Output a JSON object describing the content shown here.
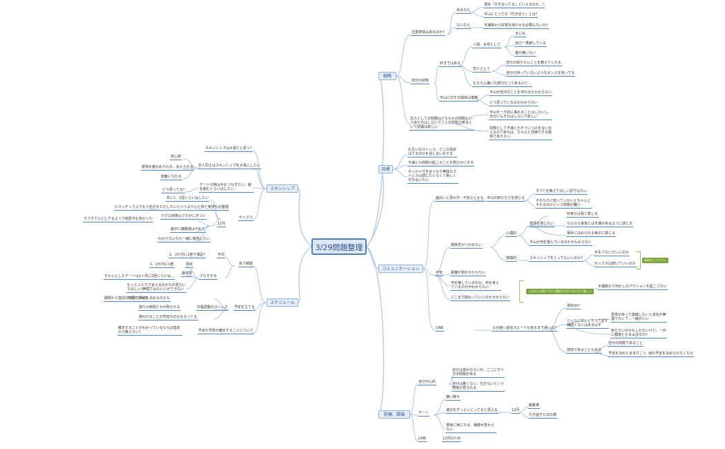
{
  "center": "3/29問題整理",
  "branches": {
    "kanbo": "戦略",
    "mokuhyo": "目標",
    "comm": "コミュニケーション",
    "schedule": "スケジュール",
    "skinship": "スキンシップ",
    "kanbo_feel": "慰撫、閾値"
  },
  "nodes": {
    "n_mondai": "恋愛感情はあるのか?",
    "n_aru": "あるなら",
    "n_aru1": "現状「付き合ってる」といえるのか…?",
    "n_aru2": "平山にとっての「付き合う」とは?",
    "n_nai": "ないなら",
    "n_nai1": "平瀬側から好意を持たせる必要もないか?",
    "n_jibun": "自分の状態",
    "n_sukino": "好きではある",
    "n_ningen": "人間、女性として",
    "n_majime": "まじめ",
    "n_jiko": "自己一貫癖している",
    "n_uso": "嘘が嫌いない",
    "n_koibito": "恋人として",
    "n_koi1": "自分の知らないことを教えてくれる",
    "n_koi2": "自分の持っていないようなセンスを持ってる",
    "n_motto": "もちろん嫌いな部分だってあるけど…",
    "n_heiyama": "平山に対する関係は複雑",
    "n_hei1": "平山が自分のことを何なのかかからない",
    "n_hei2": "どう思っているのかわからない",
    "n_kojin": "恋人としての問題はどちらかの問題という捉え方はしないで二人の問題であるという認識は欲しい",
    "n_kojin1": "平山を一方的に責めることはしないし、自分にもそれはしないで欲しい",
    "n_kojin2": "問題として不満とかそういうのを言い合えるのであれば、ちゃんと評価できる関係でありたい",
    "n_moku1": "お互いのストレス、どこの現状はてるのかを話し合いをする",
    "n_moku2": "不満とか問題が起こることを明らかにする",
    "n_moku3": "せっかく付き合うなら無駄なストレスは感じたくなくて楽しく付き合いたい",
    "n_tanoshii": "面白いと思わず、不安心とかも",
    "n_fuan": "不安",
    "n_jibun_shiranai": "平山の知らなさを感じる",
    "n_subete": "すべてを教えてほしい訳ではない",
    "n_sorenara": "それなりに知っていないとちゃんとそれるのかという問題が難い",
    "n_kankei": "関係性がつかめない",
    "n_shinri": "心理的",
    "n_aijo": "愛情を感じない",
    "n_aijo1": "好意かは強く感じる",
    "n_aijo2": "なんなら後後には不満があるように感じる",
    "n_aijo3": "相手にほめられる様子に感じる",
    "n_heiyamaga": "平山が何を望んでいるのかがわからない",
    "n_butsuri": "物理的",
    "n_skin_ii": "スキンシップをとってもいいのか?",
    "n_te": "手をつないでいいのか",
    "n_sex": "セックスは続いていいのか",
    "n_tag1": "具体化して下さい",
    "n_kyori": "距離が測れなからない",
    "n_nani": "何を嫌しているのか、何を考えているのかがわからない",
    "n_doko": "どこまで関わっていいのか分からない",
    "n_tag2": "これからも続いて行く関係でわからないので欲しい",
    "n_heiyama_act": "平瀬側から何かしのアクションを起こさない",
    "n_line": "LINE",
    "n_line_q": "なぜ遅い返信スピードかあるまで遅いの?",
    "n_genjo": "現状20?",
    "n_dokonami": "どんなに忙しくたって返す時間くらいはあるはず",
    "n_aijo_sae": "愛情があって連絡しないと返信が無理でなくて…一緒がいい",
    "n_hikaku": "知らないのかもしれないけど、一日に都度とかまぁ話すの?",
    "n_kanjo": "感情であることもある",
    "n_jibun_mondai": "自分の問題であること",
    "n_yotei": "予定を決めたまま行こう",
    "n_yotei2": "他の予定を決められなくなる",
    "n_skin_q": "スキンシップは大事だと思う?",
    "n_koibito2": "恋人同士はスキンシップを大事にしたい",
    "n_anshin": "安心感",
    "n_aijo_k": "愛情を確かめられる、伝えられる",
    "n_kouyo": "興奮になれる",
    "n_date": "デートの時は手をつなぎたい、腕を組むくらいはしたい",
    "n_dou": "どう思ってる?",
    "n_tsuki": "月に1、2回くらいはしたい",
    "n_tada": "ただしたいというより心と体と気持ちの整理",
    "n_sex_label": "セックス",
    "n_kai": "12月",
    "n_roman": "ロマンチックよりもう先が大",
    "n_magari": "マグロ状態はさすがにきつい",
    "n_labhotel": "ラブホテルとしてるようで結局今も憶かった",
    "n_saichu": "最中に嫌悪感はやめて",
    "n_wakaranai": "わからないなら一緒に勉強したい",
    "n_au": "会う頻度",
    "n_heichi": "平均",
    "n_heichi1": "1、2か月に1度で満足?",
    "n_sukunai": "少なすぎる",
    "n_genjo2": "現状",
    "n_genjo2v": "1、2か月に1度",
    "n_saitei": "最低限",
    "n_saitei_v": "ちゃんとしたデートは1ヶ月に2回くらいは…",
    "n_motto2": "もっとふたりで会えるのかなの見ないでほしい?無理ではない人ができない",
    "n_yotei_tate": "予定を立てる",
    "n_nittei": "日程の決め方",
    "n_nittei_s": "日程調整のストレス",
    "n_chikai": "期限から直前のすぎて予定を決めるのかな",
    "n_dorei": "独りの時間とかが取られる",
    "n_torare": "誘われることが負担なのかもなってる",
    "n_yotei_k": "予定の予想が確定することについて",
    "n_konna": "確定することがわかっているならば直前から教えない?",
    "n_kan_jibun": "自己中心的",
    "n_kan1": "自分は変わらないが、ここにすべての問題がある",
    "n_kan2": "自分は悪くない、仕方ないという態度が見られる",
    "n_date2": "デート",
    "n_date_a": "嫌い散々",
    "n_date_b": "渡辺をずっといじってると思える",
    "n_date_c": "意味に気になる、嫌悪が変わらない",
    "n_kai2": "12月",
    "n_ken": "観覧車",
    "n_sugiru": "行き過ぎた日の数",
    "n_line2": "LINE",
    "n_line2v": "12月のため"
  }
}
